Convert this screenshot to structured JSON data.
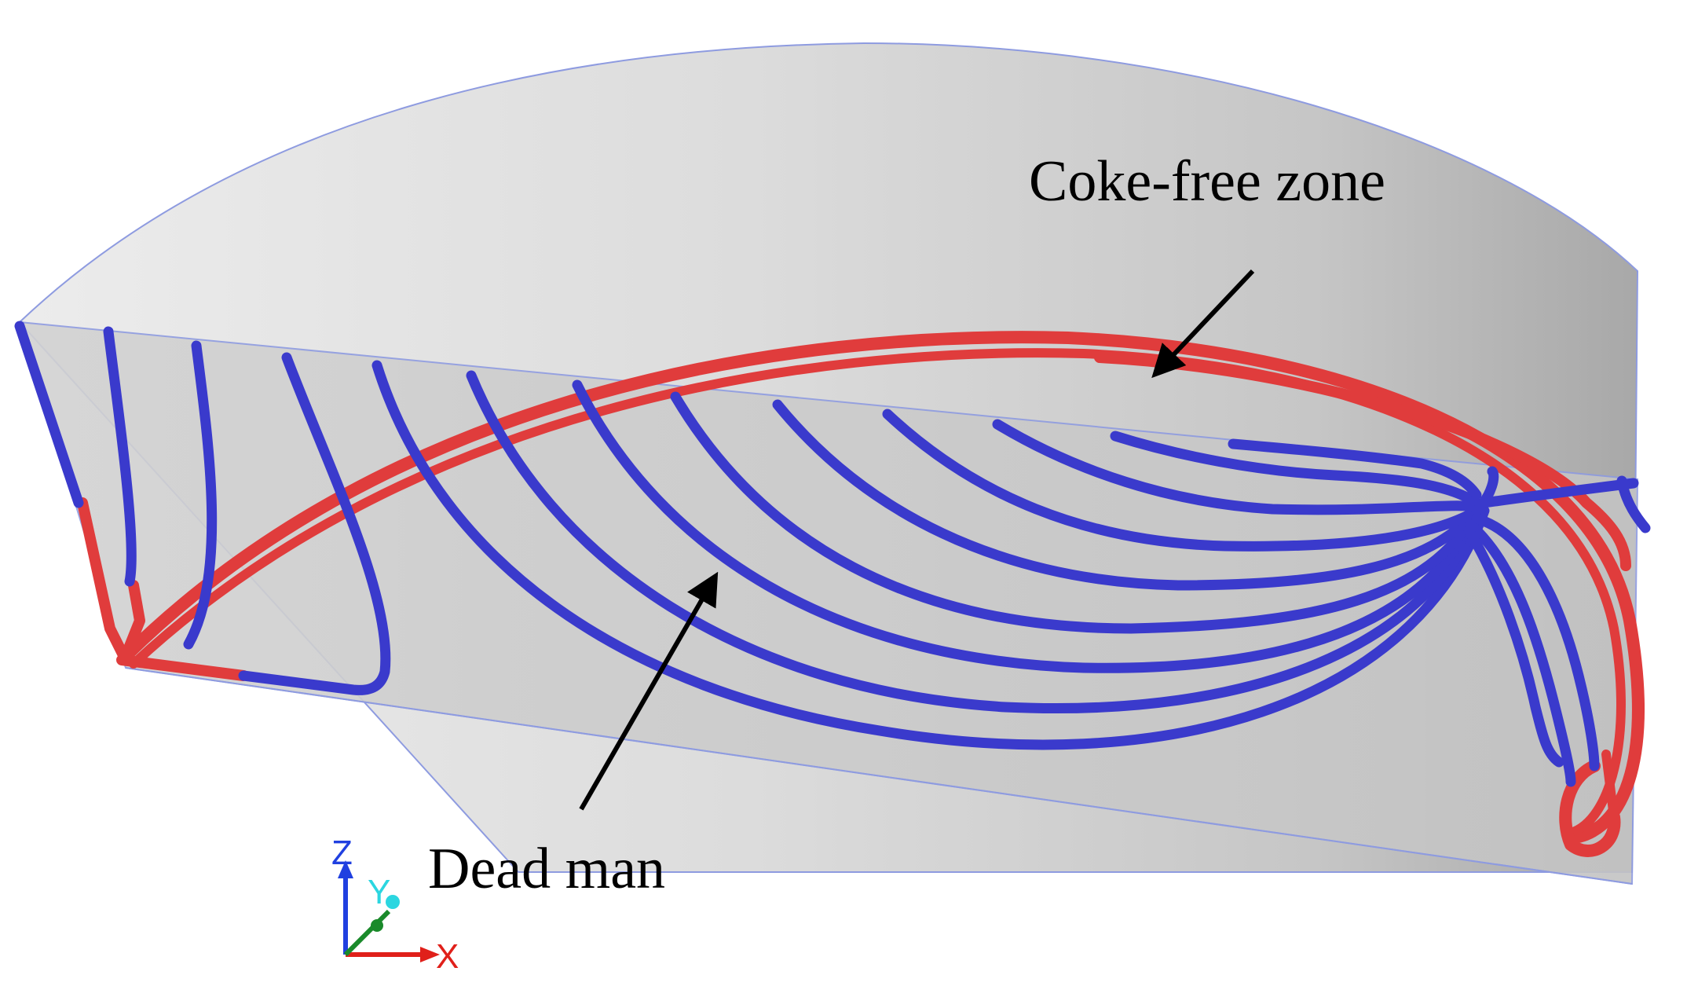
{
  "annotations": {
    "coke_free_zone": "Coke-free zone",
    "dead_man": "Dead man"
  },
  "triad": {
    "z_label": "Z",
    "y_label": "Y",
    "x_label": "X"
  },
  "colors": {
    "dead_man_streamline": "#3a3acc",
    "coke_free_streamline": "#e03c3c",
    "axis_x": "#e0201a",
    "axis_y": "#2bd6e0",
    "axis_z": "#2040e0",
    "axis_origin": "#1a8a2a"
  }
}
